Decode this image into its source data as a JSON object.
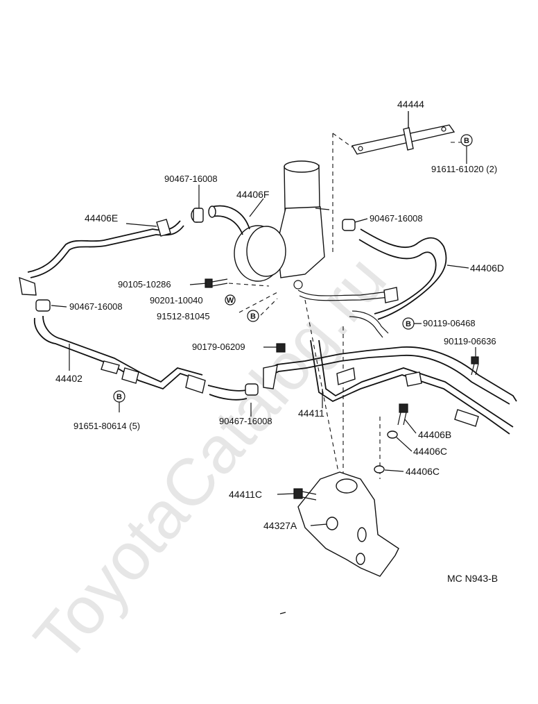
{
  "watermark": "ToyotaCatalog.ru",
  "figure_code": "MC N943-B",
  "badge_symbol": "B",
  "washer_symbol": "W",
  "parts": {
    "p44444": "44444",
    "p91611": "91611-61020 (2)",
    "p90467_top": "90467-16008",
    "p44406F": "44406F",
    "p90467_right": "90467-16008",
    "p44406E": "44406E",
    "p44406D": "44406D",
    "p90105": "90105-10286",
    "p90201": "90201-10040",
    "p90467_left": "90467-16008",
    "p91512": "91512-81045",
    "p90119_a": "90119-06468",
    "p90119_b": "90119-06636",
    "p90179": "90179-06209",
    "p44402": "44402",
    "p91651": "91651-80614 (5)",
    "p90467_bottom": "90467-16008",
    "p44411": "44411",
    "p44406B": "44406B",
    "p44406C_a": "44406C",
    "p44406C_b": "44406C",
    "p44411C": "44411C",
    "p44327A": "44327A"
  }
}
